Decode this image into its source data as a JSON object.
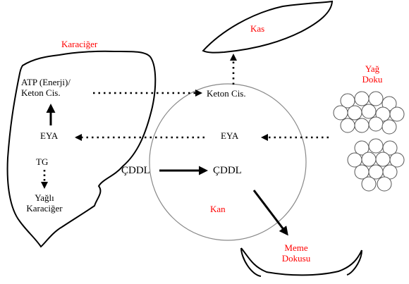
{
  "organs": {
    "liver": "Karaciğer",
    "muscle": "Kas",
    "adipose_line1": "Yağ",
    "adipose_line2": "Doku",
    "blood": "Kan",
    "mammary_line1": "Meme",
    "mammary_line2": "Dokusu"
  },
  "liver_contents": {
    "atp_line1": "ATP (Enerji)/",
    "atp_line2": "Keton Cis.",
    "eya": "EYA",
    "tg": "TG",
    "fatty_line1": "Yağlı",
    "fatty_line2": "Karaciğer"
  },
  "blood_contents": {
    "ketone": "Keton Cis.",
    "eya": "EYA",
    "cddl": "ÇDDL"
  },
  "external": {
    "cddl": "ÇDDL"
  },
  "colors": {
    "organ_label": "#ff0000",
    "text": "#000000",
    "lines": "#000000"
  }
}
